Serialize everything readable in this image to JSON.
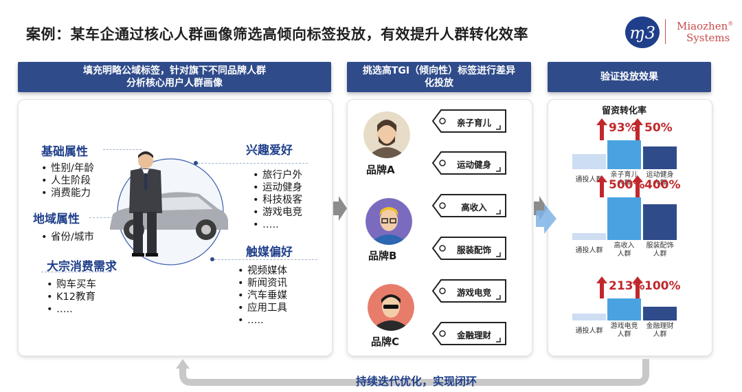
{
  "title": "案例：某车企通过核心人群画像筛选高倾向标签投放，有效提升人群转化效率",
  "logo": {
    "line1": "Miaozhen",
    "line2": "Systems",
    "sup": "®"
  },
  "colors": {
    "header": "#2f4b8a",
    "accent_red": "#c0282c",
    "bar_light": "#cdddf2",
    "bar_mid": "#4aa3e0",
    "bar_dark": "#2f4b8a"
  },
  "section1": {
    "header": [
      "填充明略公域标签，针对旗下不同品牌人群",
      "分析核心用户人群画像"
    ],
    "categories": [
      {
        "title": "基础属性",
        "items": [
          "性别/年龄",
          "人生阶段",
          "消费能力"
        ]
      },
      {
        "title": "地域属性",
        "items": [
          "省份/城市"
        ]
      },
      {
        "title": "大宗消费需求",
        "items": [
          "购车买车",
          "K12教育",
          "….."
        ]
      },
      {
        "title": "兴趣爱好",
        "items": [
          "旅行户外",
          "运动健身",
          "科技极客",
          "游戏电竞",
          "….."
        ]
      },
      {
        "title": "触媒偏好",
        "items": [
          "视频媒体",
          "新闻资讯",
          "汽车垂媒",
          "应用工具",
          "….."
        ]
      }
    ]
  },
  "section2": {
    "header": [
      "挑选高TGI（倾向性）标签进行差异",
      "化投放"
    ],
    "brands": [
      "品牌A",
      "品牌B",
      "品牌C"
    ],
    "tags": [
      "亲子育儿",
      "运动健身",
      "高收入",
      "服装配饰",
      "游戏电竞",
      "金融理财"
    ]
  },
  "section3": {
    "header": "验证投放效果",
    "chart_title": "留资转化率"
  },
  "chart_data": [
    {
      "type": "bar",
      "title": "留资转化率",
      "categories": [
        "通投人群",
        "亲子育儿人群",
        "运动健身人群"
      ],
      "category_lines": [
        [
          "通投人群"
        ],
        [
          "亲子育儿",
          "人群"
        ],
        [
          "运动健身",
          "人群"
        ]
      ],
      "values": [
        1.0,
        1.93,
        1.5
      ],
      "uplift_labels": [
        "93%",
        "50%"
      ]
    },
    {
      "type": "bar",
      "categories": [
        "通投人群",
        "高收入人群",
        "服装配饰人群"
      ],
      "category_lines": [
        [
          "通投人群"
        ],
        [
          "高收入",
          "人群"
        ],
        [
          "服装配饰",
          "人群"
        ]
      ],
      "values": [
        1.0,
        6.0,
        5.0
      ],
      "uplift_labels": [
        "500%",
        "400%"
      ]
    },
    {
      "type": "bar",
      "categories": [
        "通投人群",
        "游戏电竞人群",
        "金融理财人群"
      ],
      "category_lines": [
        [
          "通投人群"
        ],
        [
          "游戏电竞",
          "人群"
        ],
        [
          "金融理财",
          "人群"
        ]
      ],
      "values": [
        1.0,
        3.13,
        2.0
      ],
      "uplift_labels": [
        "213%",
        "100%"
      ]
    }
  ],
  "footer": "持续迭代优化，实现闭环"
}
